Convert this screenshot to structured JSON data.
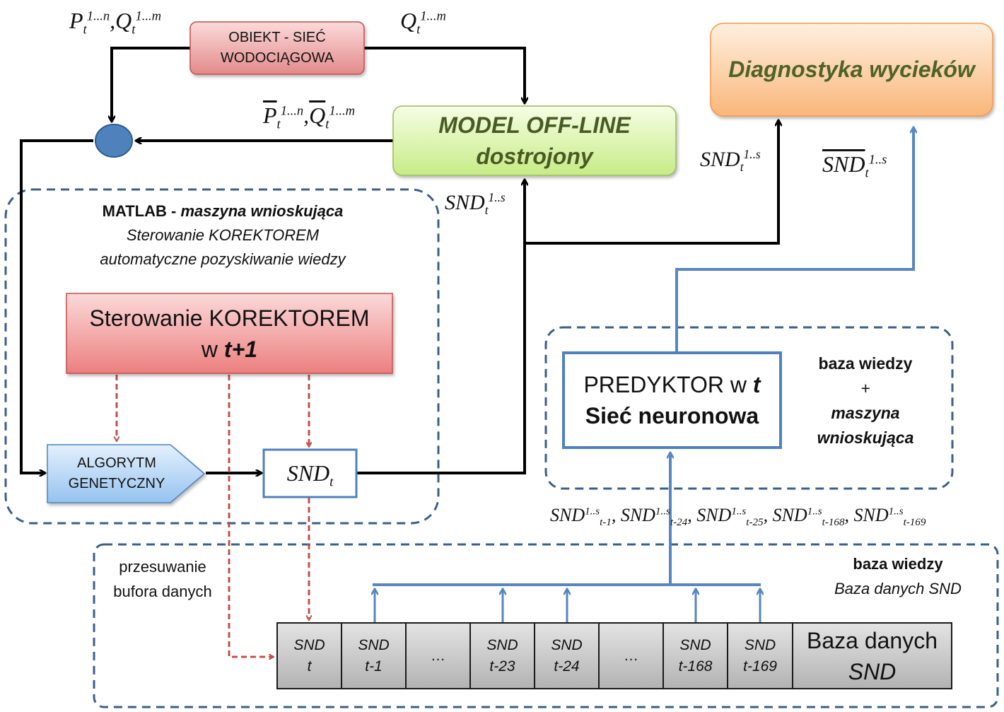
{
  "diagram": {
    "obiekt": {
      "line1": "OBIEKT - SIEĆ",
      "line2": "WODOCIĄGOWA"
    },
    "model": {
      "line1": "MODEL OFF-LINE",
      "line2": "dostrojony"
    },
    "diagnostyka": {
      "label": "Diagnostyka wycieków"
    },
    "matlab_panel": {
      "title_bold": "MATLAB - ",
      "title_italic": "maszyna wnioskująca",
      "line2": "Sterowanie KOREKTOREM",
      "line3": "automatyczne pozyskiwanie wiedzy"
    },
    "sterowanie": {
      "line1": "Sterowanie KOREKTOREM",
      "line2_prefix": "w ",
      "line2_bold": "t+1"
    },
    "algorytm": {
      "line1": "ALGORYTM",
      "line2": "GENETYCZNY"
    },
    "snd_t": {
      "base": "SND",
      "sub": "t"
    },
    "predyktor": {
      "line1_prefix": "PREDYKTOR w ",
      "line1_var": "t",
      "line2": "Sieć neuronowa"
    },
    "kb_label": {
      "line1": "baza wiedzy",
      "line2": "+",
      "line3": "maszyna",
      "line4": "wnioskująca"
    },
    "db_panel": {
      "title": "baza wiedzy",
      "subtitle": "Baza danych SND"
    },
    "buffer_label": {
      "line1": "przesuwanie",
      "line2": "bufora danych"
    },
    "buffer_cells": [
      {
        "top": "SND",
        "bottom": "t"
      },
      {
        "top": "SND",
        "bottom": "t-1"
      },
      {
        "top": "…",
        "bottom": ""
      },
      {
        "top": "SND",
        "bottom": "t-23"
      },
      {
        "top": "SND",
        "bottom": "t-24"
      },
      {
        "top": "…",
        "bottom": ""
      },
      {
        "top": "SND",
        "bottom": "t-168"
      },
      {
        "top": "SND",
        "bottom": "t-169"
      }
    ],
    "baza_cell": {
      "line1": "Baza danych",
      "line2": "SND"
    },
    "labels": {
      "measured": {
        "p": "P",
        "p_sub": "t",
        "p_sup": "1...n",
        "sep": ",",
        "q": "Q",
        "q_sub": "t",
        "q_sup": "1...m"
      },
      "measured_q": {
        "q": "Q",
        "q_sub": "t",
        "q_sup": "1...m"
      },
      "model_out": {
        "p": "P",
        "p_sub": "t",
        "p_sup": "1...n",
        "sep": ",",
        "q": "Q",
        "q_sub": "t",
        "q_sup": "1...m"
      },
      "snd_model": {
        "base": "SND",
        "sub": "t",
        "sup": "1..s"
      },
      "snd_diag": {
        "base": "SND",
        "sub": "t",
        "sup": "1..s"
      },
      "snd_pred": {
        "base": "SND",
        "sub": "t",
        "sup": "1..s"
      },
      "predictor_inputs": [
        {
          "base": "SND",
          "sup": "1..s",
          "sub": "t-1"
        },
        {
          "base": "SND",
          "sup": "1..s",
          "sub": "t-24"
        },
        {
          "base": "SND",
          "sup": "1..s",
          "sub": "t-25"
        },
        {
          "base": "SND",
          "sup": "1..s",
          "sub": "t-168"
        },
        {
          "base": "SND",
          "sup": "1..s",
          "sub": "t-169"
        }
      ],
      "predictor_inputs_sep": ","
    }
  }
}
